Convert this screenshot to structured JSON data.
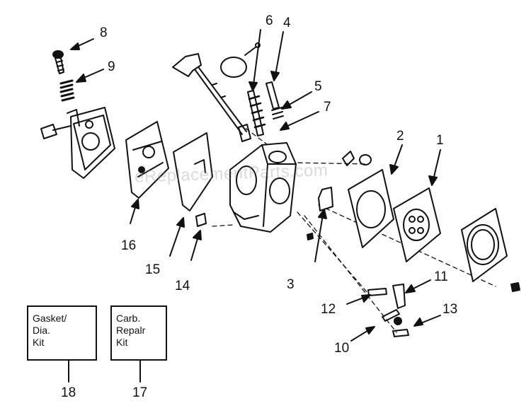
{
  "watermark": "eReplacementParts.com",
  "callouts": [
    {
      "id": "1",
      "label": "1"
    },
    {
      "id": "2",
      "label": "2"
    },
    {
      "id": "3",
      "label": "3"
    },
    {
      "id": "4",
      "label": "4"
    },
    {
      "id": "5",
      "label": "5"
    },
    {
      "id": "6",
      "label": "6"
    },
    {
      "id": "7",
      "label": "7"
    },
    {
      "id": "8",
      "label": "8"
    },
    {
      "id": "9",
      "label": "9"
    },
    {
      "id": "10",
      "label": "10"
    },
    {
      "id": "11",
      "label": "11"
    },
    {
      "id": "12",
      "label": "12"
    },
    {
      "id": "13",
      "label": "13"
    },
    {
      "id": "14",
      "label": "14"
    },
    {
      "id": "15",
      "label": "15"
    },
    {
      "id": "16",
      "label": "16"
    },
    {
      "id": "17",
      "label": "17"
    },
    {
      "id": "18",
      "label": "18"
    }
  ],
  "kits": {
    "gasket": {
      "line1": "Gasket/",
      "line2": "Dia.",
      "line3": "Kit",
      "number": "18"
    },
    "repair": {
      "line1": "Carb.",
      "line2": "Repalr",
      "line3": "Kit",
      "number": "17"
    }
  },
  "colors": {
    "ink": "#111111",
    "paper": "#ffffff"
  }
}
